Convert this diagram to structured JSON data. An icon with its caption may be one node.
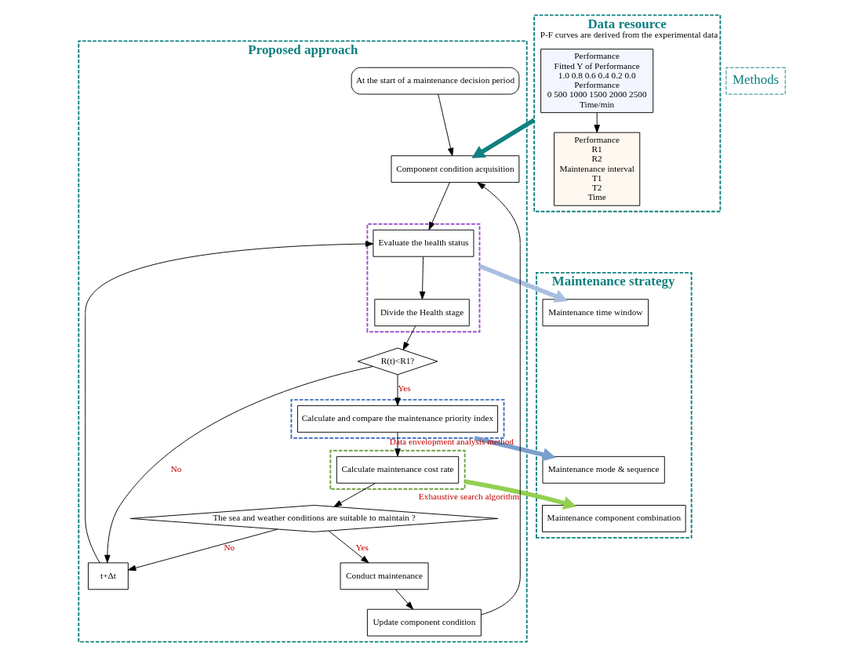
{
  "diagram": {
    "nodes": [
      {
        "text": [
          "Proposed approach"
        ]
      },
      {
        "text": [
          "At the start of a maintenance decision period"
        ],
        "in": 0
      },
      {
        "text": [
          "Component condition acquisition"
        ],
        "in": 0
      },
      {
        "text": [],
        "shape": "box",
        "in": 0
      },
      {
        "text": [
          "Evaluate the health status"
        ],
        "in": 3
      },
      {
        "text": [
          "Divide the Health stage"
        ],
        "in": 3
      },
      {
        "text": [
          "R(t)<R1?"
        ],
        "in": 0
      },
      {
        "text": [
          "t+Δt"
        ],
        "in": 0
      },
      {
        "text": [],
        "shape": "box",
        "in": 0
      },
      {
        "text": [
          "Calculate and compare the maintenance priority index"
        ],
        "in": 8
      },
      {
        "text": [],
        "shape": "box",
        "in": 0
      },
      {
        "text": [
          "Calculate maintenance cost rate"
        ],
        "in": 10
      },
      {
        "text": [
          "The sea and weather conditions are suitable to maintain ?"
        ],
        "in": 0
      },
      {
        "text": [
          "Conduct maintenance"
        ],
        "in": 0
      },
      {
        "text": [
          "Update component condition"
        ],
        "in": 0
      },
      {
        "text": [
          "Data resource",
          "P-F curves are derived from the experimental data"
        ]
      },
      {
        "text": [
          "Performance",
          "Fitted Y of Performance",
          "1.0 0.8 0.6 0.4 0.2 0.0",
          "Performance",
          "0 500 1000 1500 2000 2500",
          "Time/min"
        ],
        "in": 15
      },
      {
        "text": [
          "Performance",
          "R1",
          "R2",
          "Maintenance interval",
          "T1",
          "T2",
          "Time"
        ],
        "in": 15
      },
      {
        "text": [
          "Methods"
        ]
      },
      {
        "text": [
          "Maintenance strategy"
        ]
      },
      {
        "text": [
          "Maintenance time window"
        ],
        "in": 19
      },
      {
        "text": [
          "Maintenance mode & sequence"
        ],
        "in": 19
      },
      {
        "text": [
          "Maintenance component combination"
        ],
        "in": 19
      }
    ],
    "edges": [
      {
        "from": 1,
        "to": 2,
        "arrow": "to"
      },
      {
        "from": 2,
        "to": 4,
        "arrow": "to"
      },
      {
        "from": 4,
        "to": 5,
        "arrow": "to"
      },
      {
        "from": 5,
        "to": 6,
        "arrow": "to"
      },
      {
        "from": 6,
        "to": 7,
        "arrow": "to",
        "label": "No"
      },
      {
        "from": 7,
        "to": 4,
        "arrow": "to"
      },
      {
        "from": 6,
        "to": 9,
        "arrow": "to",
        "label": "Yes"
      },
      {
        "from": 9,
        "to": 11,
        "arrow": "to"
      },
      {
        "from": 11,
        "to": 12,
        "arrow": "to"
      },
      {
        "from": 12,
        "to": 7,
        "arrow": "to",
        "label": "No"
      },
      {
        "from": 12,
        "to": 13,
        "arrow": "to",
        "label": "Yes"
      },
      {
        "from": 13,
        "to": 14,
        "arrow": "to"
      },
      {
        "from": 14,
        "to": 2,
        "arrow": "to"
      },
      {
        "from": 16,
        "to": 17,
        "arrow": "to"
      },
      {
        "from": 15,
        "to": 2,
        "arrow": "to",
        "style": "thick",
        "color": "#108080"
      },
      {
        "from": 3,
        "to": 20,
        "arrow": "to",
        "style": "thick",
        "color": "#a9bde0"
      },
      {
        "from": 8,
        "to": 21,
        "arrow": "to",
        "style": "thick",
        "color": "#7aa0cc",
        "label": "Data envelopment analysis method"
      },
      {
        "from": 10,
        "to": 22,
        "arrow": "to",
        "style": "thick",
        "color": "#92d050",
        "label": "Exhaustive search algorithm"
      }
    ]
  }
}
